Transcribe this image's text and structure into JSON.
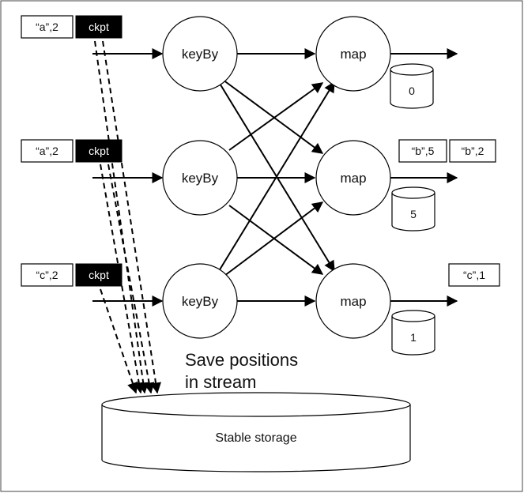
{
  "colors": {
    "line": "#000000",
    "background": "#ffffff",
    "checkpoint_fill": "#000000"
  },
  "sources": [
    {
      "record": "“a”,2",
      "checkpoint": "ckpt"
    },
    {
      "record": "“a”,2",
      "checkpoint": "ckpt"
    },
    {
      "record": "“c”,2",
      "checkpoint": "ckpt"
    }
  ],
  "operators": {
    "keyby": [
      "keyBy",
      "keyBy",
      "keyBy"
    ],
    "map": [
      "map",
      "map",
      "map"
    ]
  },
  "state": [
    "0",
    "5",
    "1"
  ],
  "outputs": {
    "row2": [
      "“b”,5",
      "“b”,2"
    ],
    "row3": [
      "“c”,1"
    ]
  },
  "annotation": {
    "line1": "Save positions",
    "line2": "in stream"
  },
  "storage": {
    "label": "Stable storage"
  }
}
